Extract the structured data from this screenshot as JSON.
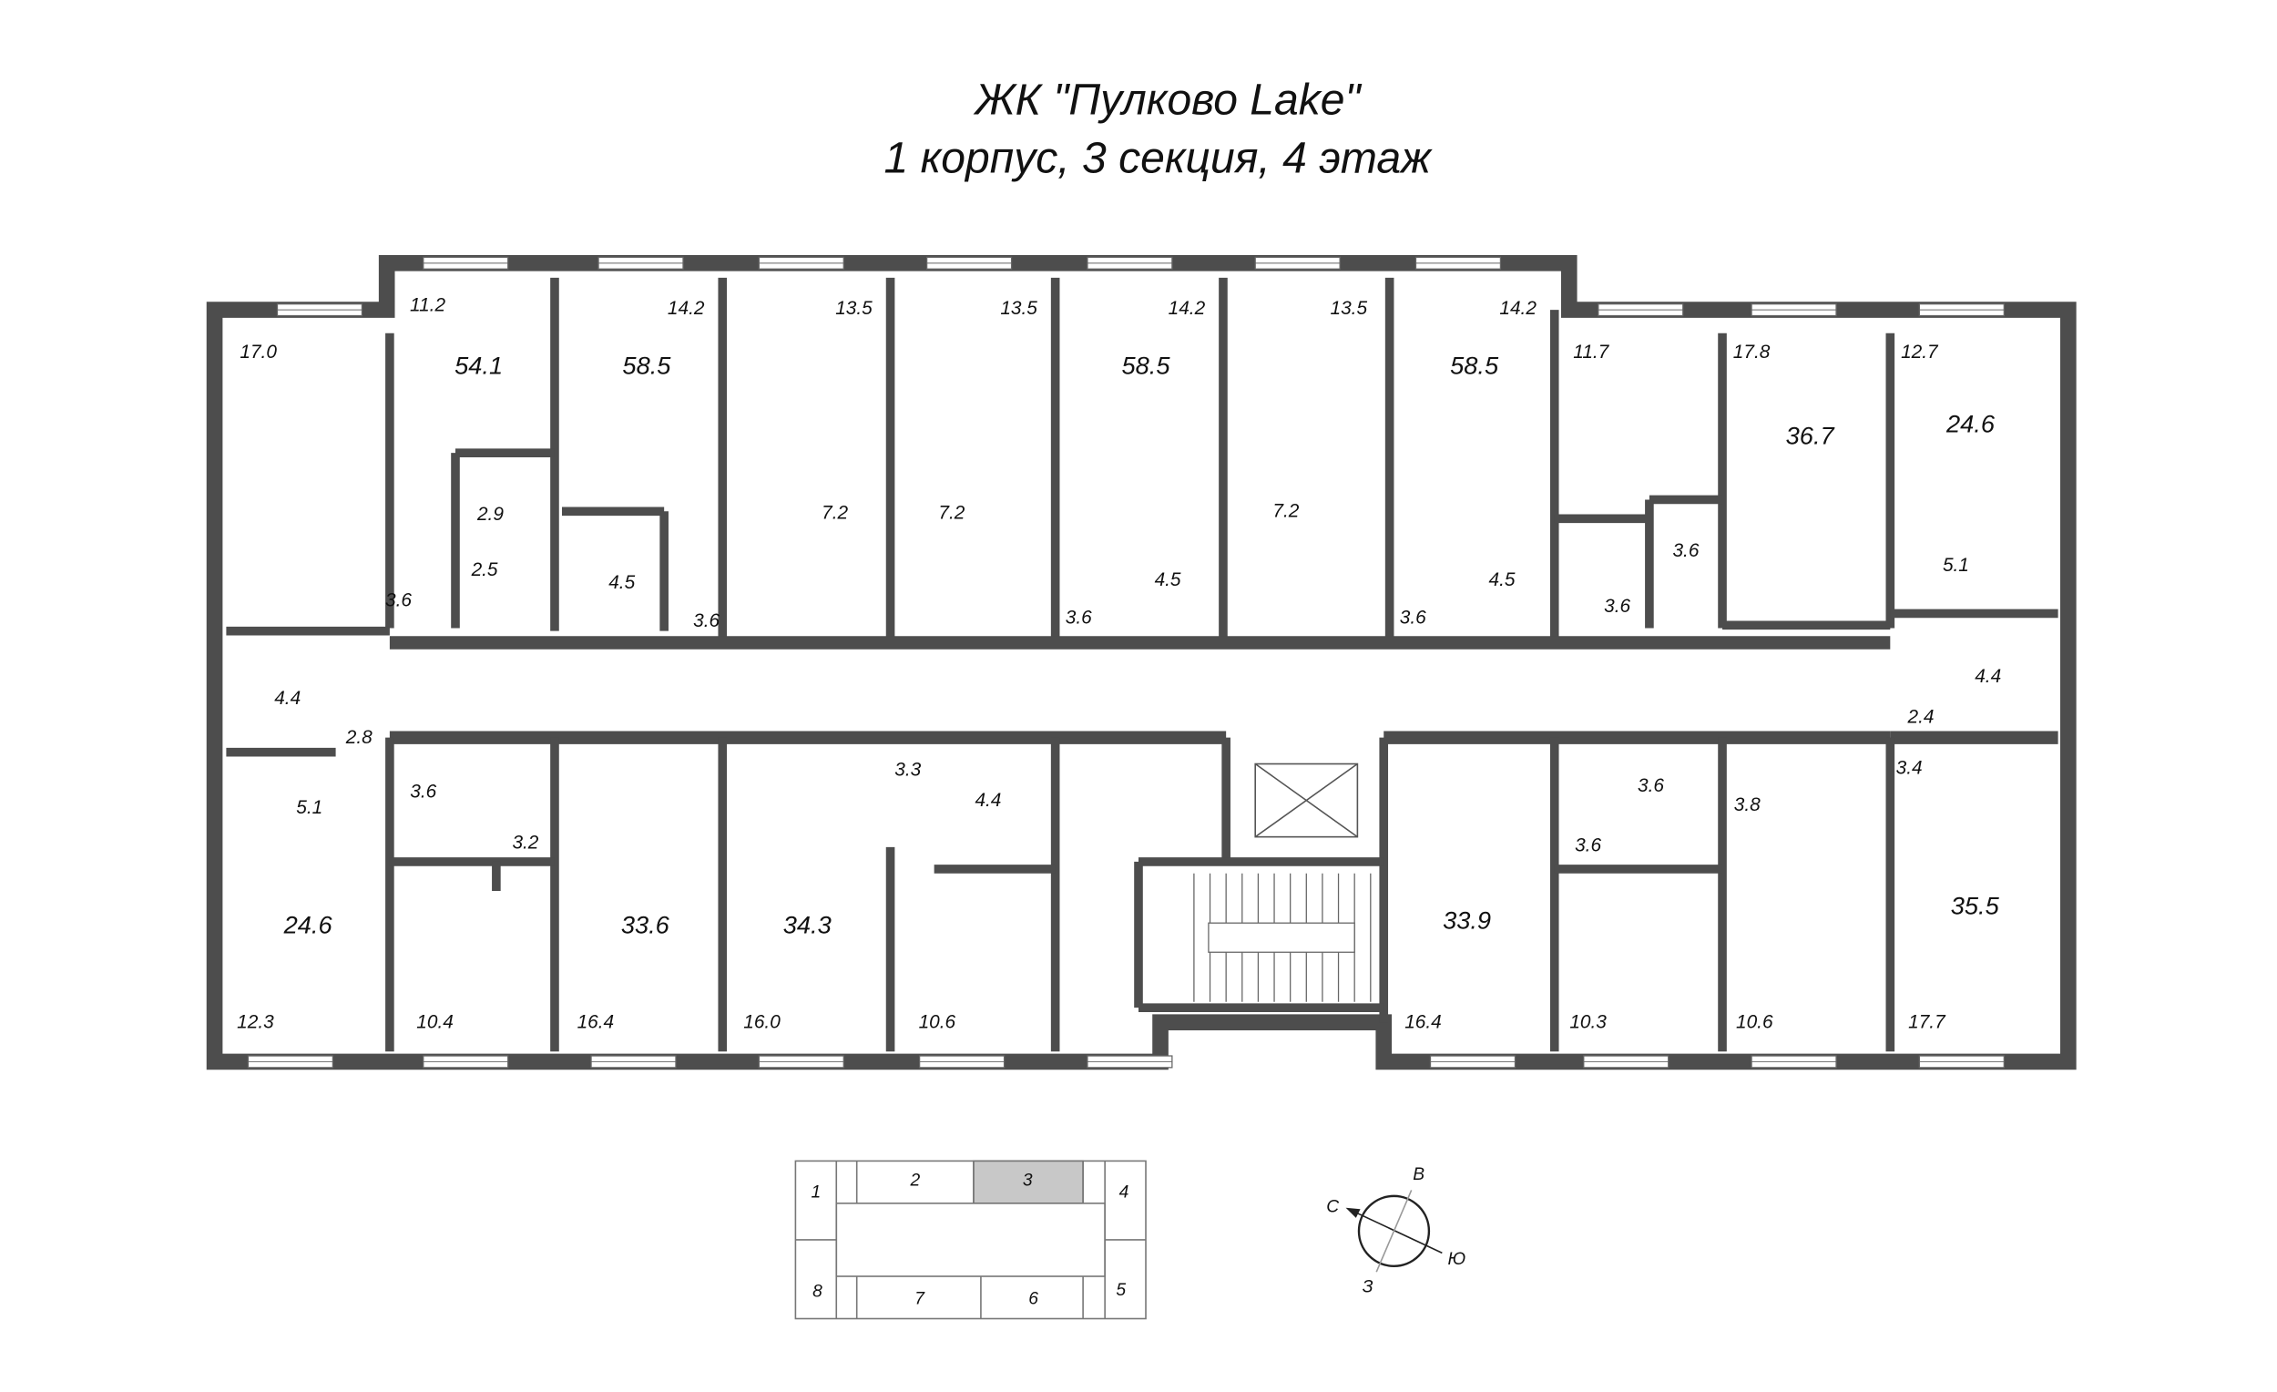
{
  "header": {
    "title": "ЖК \"Пулково Lake\"",
    "subtitle": "1 корпус, 3 секция, 4 этаж"
  },
  "apartments": [
    "54.1",
    "58.5",
    "58.5",
    "58.5",
    "36.7",
    "24.6",
    "24.6",
    "33.6",
    "34.3",
    "33.9",
    "35.5"
  ],
  "rooms": [
    "17.0",
    "11.2",
    "14.2",
    "13.5",
    "13.5",
    "14.2",
    "13.5",
    "14.2",
    "11.7",
    "17.8",
    "12.7",
    "2.9",
    "2.5",
    "3.6",
    "4.5",
    "3.6",
    "7.2",
    "7.2",
    "3.6",
    "4.5",
    "7.2",
    "3.6",
    "4.5",
    "3.6",
    "3.6",
    "5.1",
    "4.4",
    "2.4",
    "4.4",
    "2.8",
    "5.1",
    "3.6",
    "3.2",
    "3.3",
    "4.4",
    "3.6",
    "3.6",
    "3.8",
    "3.4",
    "12.3",
    "10.4",
    "16.4",
    "16.0",
    "10.6",
    "16.4",
    "10.3",
    "10.6",
    "17.7"
  ],
  "key_plan": {
    "sections": [
      "1",
      "2",
      "3",
      "4",
      "5",
      "6",
      "7",
      "8"
    ],
    "highlighted": "3",
    "highlight_color": "#c8c8c8"
  },
  "compass": {
    "north": "С",
    "east": "В",
    "south": "Ю",
    "west": "З"
  }
}
